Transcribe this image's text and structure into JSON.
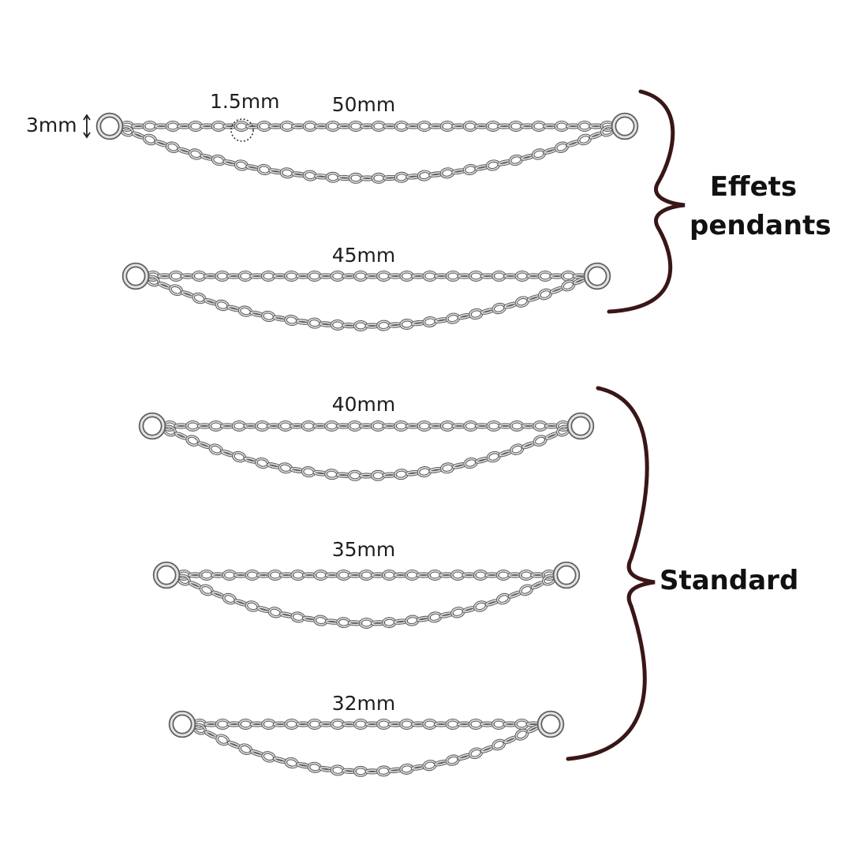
{
  "dimensions": {
    "thickness": "3mm",
    "link_size": "1.5mm"
  },
  "groups": [
    {
      "id": "effets-pendants",
      "label_lines": [
        "Effets",
        "pendants"
      ]
    },
    {
      "id": "standard",
      "label_lines": [
        "Standard"
      ]
    }
  ],
  "chains": [
    {
      "id": "chain-50",
      "length": "50mm",
      "group": "effets-pendants"
    },
    {
      "id": "chain-45",
      "length": "45mm",
      "group": "effets-pendants"
    },
    {
      "id": "chain-40",
      "length": "40mm",
      "group": "standard"
    },
    {
      "id": "chain-35",
      "length": "35mm",
      "group": "standard"
    },
    {
      "id": "chain-32",
      "length": "32mm",
      "group": "standard"
    }
  ],
  "colors": {
    "brace": "#3a1616",
    "chain_outer": "#5e5e5e",
    "chain_inner": "#e2e2e2",
    "text": "#1e1e1e"
  }
}
